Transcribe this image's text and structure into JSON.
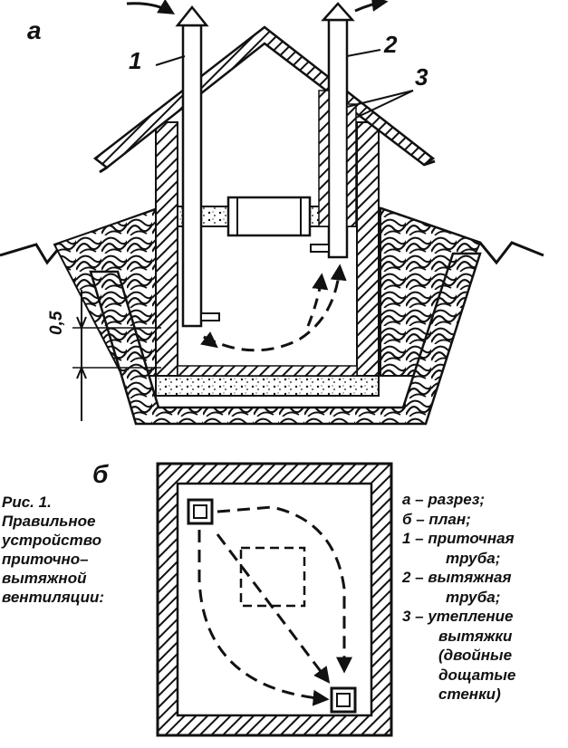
{
  "section_a_label": "а",
  "section_b_label": "б",
  "callout_1": "1",
  "callout_2": "2",
  "callout_3": "3",
  "dimension_label": "0,5",
  "caption": {
    "line1": "Рис. 1.",
    "line2": "Правильное",
    "line3": "устройство",
    "line4": "приточно–",
    "line5": "вытяжной",
    "line6": "вентиляции:"
  },
  "legend": {
    "a": "а – разрез;",
    "b": "б – план;",
    "item1_a": "1 – приточная",
    "item1_b": "труба;",
    "item2_a": "2 – вытяжная",
    "item2_b": "труба;",
    "item3_a": "3 – утепление",
    "item3_b": "вытяжки",
    "item3_c": "(двойные",
    "item3_d": "дощатые",
    "item3_e": "стенки)"
  }
}
